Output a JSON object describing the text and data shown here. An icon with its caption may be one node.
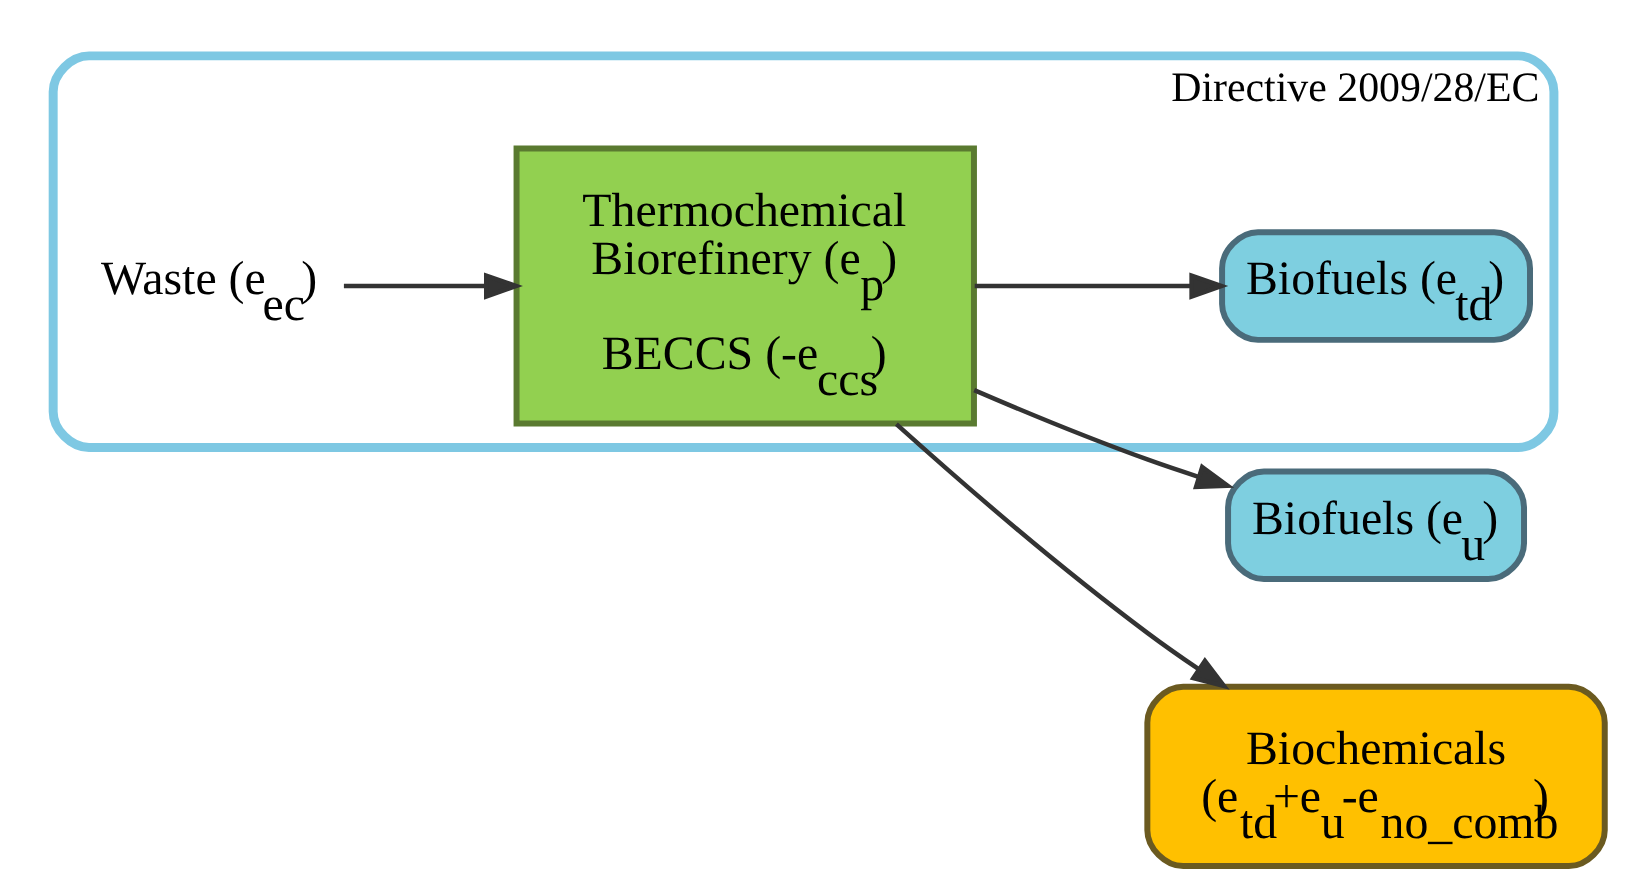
{
  "diagram": {
    "nodes": [
      {
        "text": [
          "Biofuels (e$_{u}$)"
        ]
      },
      {
        "text": [
          "Directive 2009/28/EC"
        ]
      },
      {
        "text": [
          "Waste (e$_{ec}$)"
        ],
        "in": 1
      },
      {
        "text": [
          "Thermochemical Biorefinery (e$_{p}$)",
          "BECCS (-e$_{ccs}$)"
        ],
        "in": 1
      },
      {
        "text": [
          "Biofuels (e$_{td}$)"
        ],
        "in": 1
      },
      {
        "text": [
          "Biochemicals (e$_{td}$+e$_{u}$-e$_{no_comb}$)"
        ]
      }
    ],
    "edges": [
      {
        "from": 2,
        "to": 3,
        "arrow": "to"
      },
      {
        "from": 3,
        "to": 0,
        "arrow": "to"
      },
      {
        "from": 3,
        "to": 4,
        "arrow": "to"
      },
      {
        "from": 3,
        "to": 5,
        "arrow": "to"
      }
    ]
  }
}
